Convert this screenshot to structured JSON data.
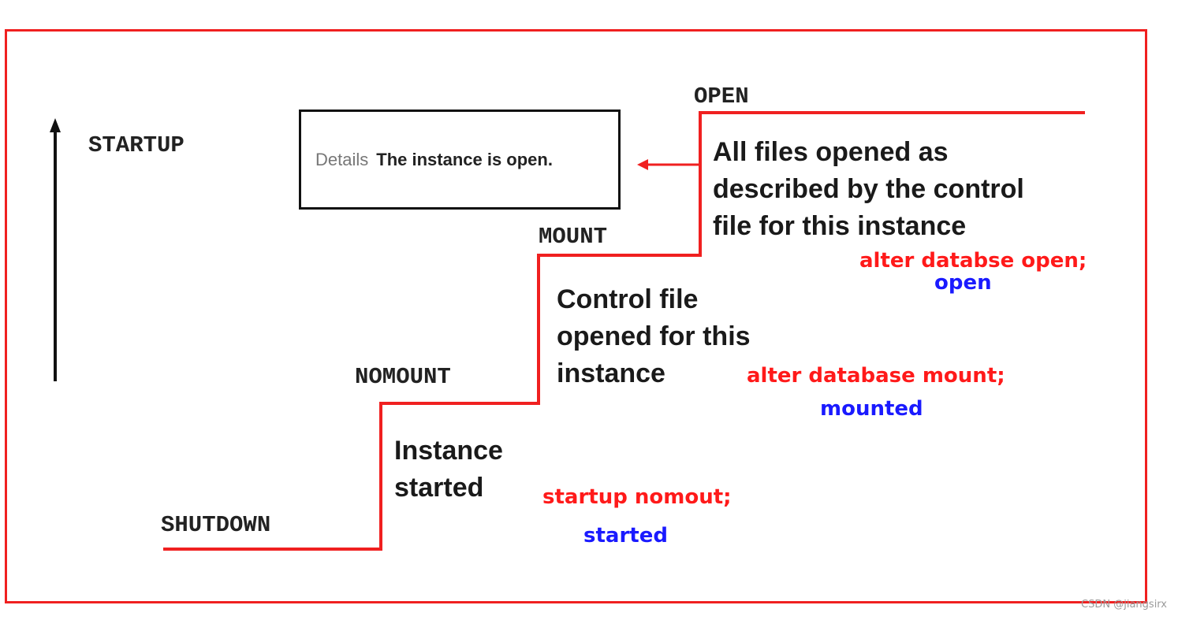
{
  "axis": {
    "label": "STARTUP"
  },
  "states": {
    "shutdown": "SHUTDOWN",
    "nomount": "NOMOUNT",
    "mount": "MOUNT",
    "open": "OPEN"
  },
  "descriptions": {
    "nomount": "Instance\nstarted",
    "mount": "Control file\nopened for this\ninstance",
    "open": "All files opened as\ndescribed by the control\nfile for this instance"
  },
  "commands": {
    "nomount": "startup nomout;",
    "mount": "alter database mount;",
    "open": "alter databse open;"
  },
  "status_values": {
    "nomount": "started",
    "mount": "mounted",
    "open": "open"
  },
  "details": {
    "label": "Details",
    "value": "The instance is open."
  },
  "watermark": "CSDN @jiangsirx",
  "colors": {
    "frame": "#f02020",
    "step_line": "#f02020",
    "command_text": "#ff1a1a",
    "status_text": "#1a1aff",
    "arrow": "#111111"
  }
}
